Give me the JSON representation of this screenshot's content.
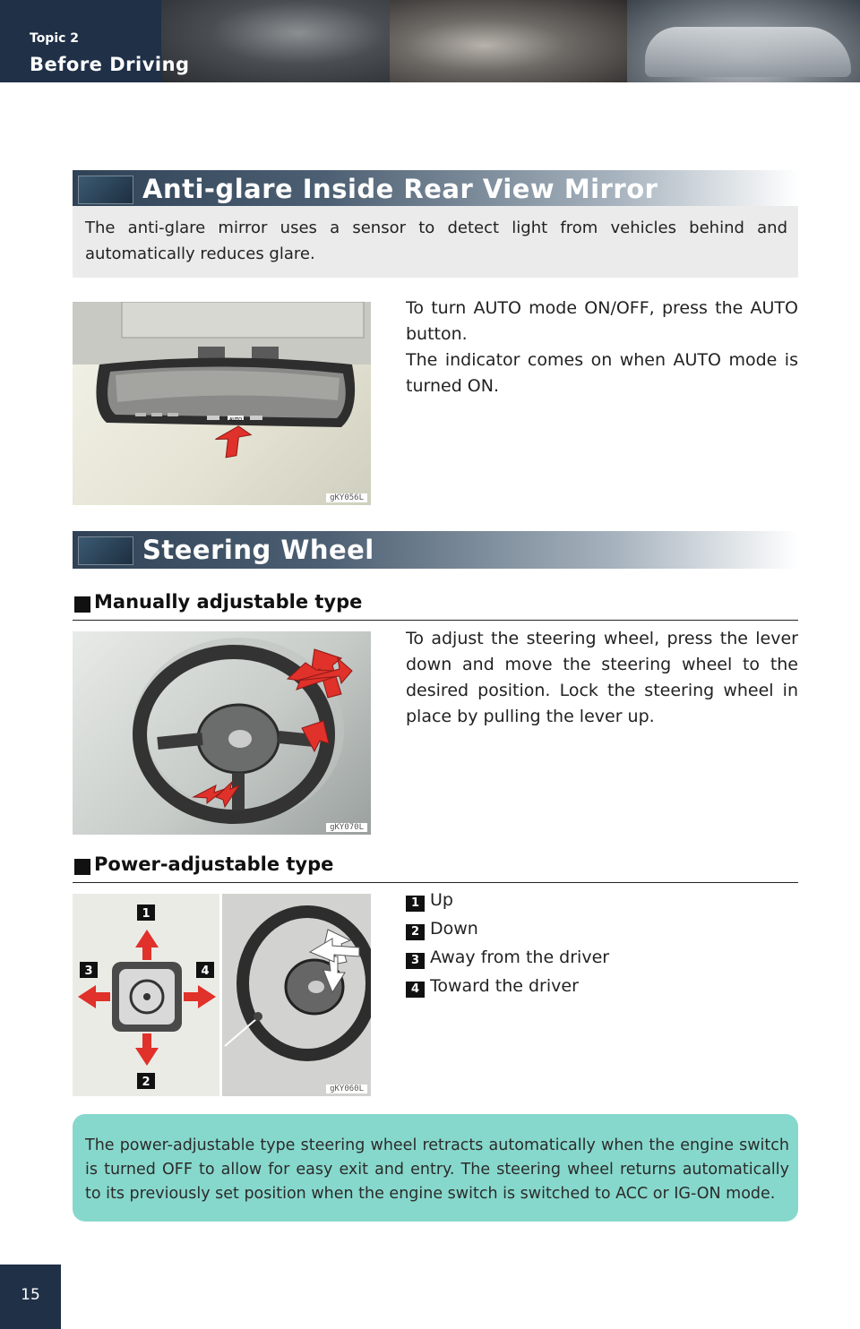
{
  "header": {
    "topic_label": "Topic 2",
    "topic_title": "Before Driving"
  },
  "section1": {
    "title": "Anti-glare Inside Rear View Mirror",
    "intro": "The anti-glare mirror uses a sensor to detect light from vehicles behind and automatically reduces glare.",
    "figure_code": "gKY056L",
    "mirror_button_label": "AUTO",
    "body": "To turn AUTO mode ON/OFF, press the AUTO button.\nThe indicator comes on when AUTO mode is turned ON."
  },
  "section2": {
    "title": "Steering Wheel",
    "manual": {
      "heading": "Manually adjustable type",
      "text": "To adjust the steering wheel, press the lever down and move the steering wheel to the desired position. Lock the steering wheel in place by pulling the lever up.",
      "figure_code": "gKY070L"
    },
    "power": {
      "heading": "Power-adjustable type",
      "figure_code": "gKY060L",
      "items": [
        {
          "num": "1",
          "label": "Up"
        },
        {
          "num": "2",
          "label": "Down"
        },
        {
          "num": "3",
          "label": "Away from the driver"
        },
        {
          "num": "4",
          "label": "Toward the driver"
        }
      ]
    }
  },
  "note": "The power-adjustable type steering wheel retracts automatically when the engine switch is turned OFF to allow for easy exit and entry. The steering wheel returns automatically to its previously set position when the engine switch is switched to ACC or IG-ON mode.",
  "page_number": "15",
  "colors": {
    "navy": "#1f3047",
    "note_bg": "#87d8cc",
    "arrow_red": "#e0312a"
  }
}
